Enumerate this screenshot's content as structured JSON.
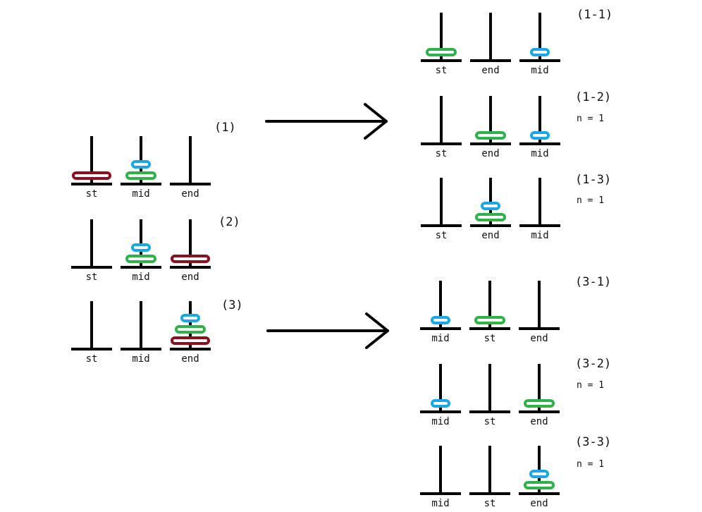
{
  "colors": {
    "red": "#8b0f1d",
    "green": "#2fb24a",
    "blue": "#19a8e3",
    "ink": "#000000"
  },
  "panels": [
    {
      "label": "(1)",
      "n": "",
      "pegs": [
        {
          "name": "st",
          "disks": [
            "red"
          ]
        },
        {
          "name": "mid",
          "disks": [
            "green",
            "blue"
          ]
        },
        {
          "name": "end",
          "disks": []
        }
      ]
    },
    {
      "label": "(2)",
      "n": "",
      "pegs": [
        {
          "name": "st",
          "disks": []
        },
        {
          "name": "mid",
          "disks": [
            "green",
            "blue"
          ]
        },
        {
          "name": "end",
          "disks": [
            "red"
          ]
        }
      ]
    },
    {
      "label": "(3)",
      "n": "",
      "pegs": [
        {
          "name": "st",
          "disks": []
        },
        {
          "name": "mid",
          "disks": []
        },
        {
          "name": "end",
          "disks": [
            "red",
            "green",
            "blue"
          ]
        }
      ]
    },
    {
      "label": "(1-1)",
      "n": "",
      "pegs": [
        {
          "name": "st",
          "disks": [
            "green"
          ]
        },
        {
          "name": "end",
          "disks": []
        },
        {
          "name": "mid",
          "disks": [
            "blue"
          ]
        }
      ]
    },
    {
      "label": "(1-2)",
      "n": "n = 1",
      "pegs": [
        {
          "name": "st",
          "disks": []
        },
        {
          "name": "end",
          "disks": [
            "green"
          ]
        },
        {
          "name": "mid",
          "disks": [
            "blue"
          ]
        }
      ]
    },
    {
      "label": "(1-3)",
      "n": "n = 1",
      "pegs": [
        {
          "name": "st",
          "disks": []
        },
        {
          "name": "end",
          "disks": [
            "green",
            "blue"
          ]
        },
        {
          "name": "mid",
          "disks": []
        }
      ]
    },
    {
      "label": "(3-1)",
      "n": "",
      "pegs": [
        {
          "name": "mid",
          "disks": [
            "blue"
          ]
        },
        {
          "name": "st",
          "disks": [
            "green"
          ]
        },
        {
          "name": "end",
          "disks": []
        }
      ]
    },
    {
      "label": "(3-2)",
      "n": "n = 1",
      "pegs": [
        {
          "name": "mid",
          "disks": [
            "blue"
          ]
        },
        {
          "name": "st",
          "disks": []
        },
        {
          "name": "end",
          "disks": [
            "green"
          ]
        }
      ]
    },
    {
      "label": "(3-3)",
      "n": "n = 1",
      "pegs": [
        {
          "name": "mid",
          "disks": []
        },
        {
          "name": "st",
          "disks": []
        },
        {
          "name": "end",
          "disks": [
            "green",
            "blue"
          ]
        }
      ]
    }
  ]
}
